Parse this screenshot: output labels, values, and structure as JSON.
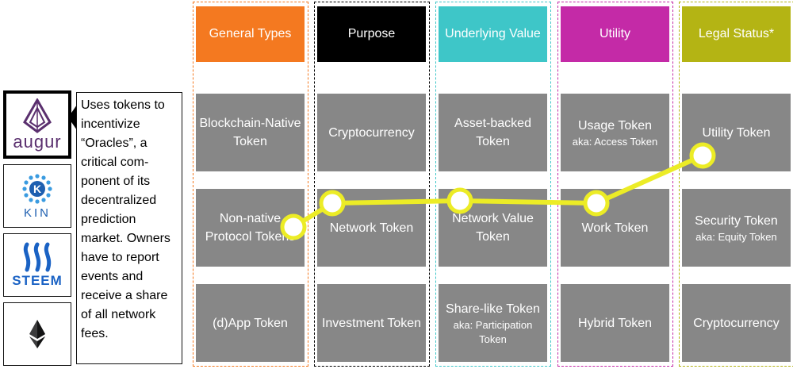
{
  "colors": {
    "general": "#f47920",
    "purpose": "#000000",
    "value": "#3ec6c8",
    "utility": "#c42aa7",
    "legal": "#b4b414",
    "cell": "#878787",
    "route": "#ecec26"
  },
  "columns": [
    {
      "header": "General Types",
      "cells": [
        {
          "main": "Blockchain-Native Token",
          "sub": ""
        },
        {
          "main": "Non-native Protocol Tokens",
          "sub": ""
        },
        {
          "main": "(d)App Token",
          "sub": ""
        }
      ]
    },
    {
      "header": "Purpose",
      "cells": [
        {
          "main": "Cryptocurrency",
          "sub": ""
        },
        {
          "main": "Network Token",
          "sub": ""
        },
        {
          "main": "Investment Token",
          "sub": ""
        }
      ]
    },
    {
      "header": "Underlying Value",
      "cells": [
        {
          "main": "Asset-backed Token",
          "sub": ""
        },
        {
          "main": "Network Value Token",
          "sub": ""
        },
        {
          "main": "Share-like Token",
          "sub": "aka: Participation Token"
        }
      ]
    },
    {
      "header": "Utility",
      "cells": [
        {
          "main": "Usage Token",
          "sub": "aka: Access Token"
        },
        {
          "main": "Work Token",
          "sub": ""
        },
        {
          "main": "Hybrid Token",
          "sub": ""
        }
      ]
    },
    {
      "header": "Legal Status*",
      "cells": [
        {
          "main": "Utility Token",
          "sub": ""
        },
        {
          "main": "Security Token",
          "sub": "aka: Equity Token"
        },
        {
          "main": "Cryptocurrency",
          "sub": ""
        }
      ]
    }
  ],
  "logos": {
    "augur": "augur",
    "kin": "KIN",
    "steem": "STEEM",
    "ethereum": "ethereum-icon"
  },
  "callout": "Uses tokens to incentivize “Oracles”, a critical com-ponent of its decentralized prediction market. Owners have to report events and receive a share of all network fees.",
  "route_path": [
    {
      "column": 0,
      "row": 1
    },
    {
      "column": 1,
      "row": 1
    },
    {
      "column": 2,
      "row": 1
    },
    {
      "column": 3,
      "row": 1
    },
    {
      "column": 4,
      "row": 0
    }
  ]
}
